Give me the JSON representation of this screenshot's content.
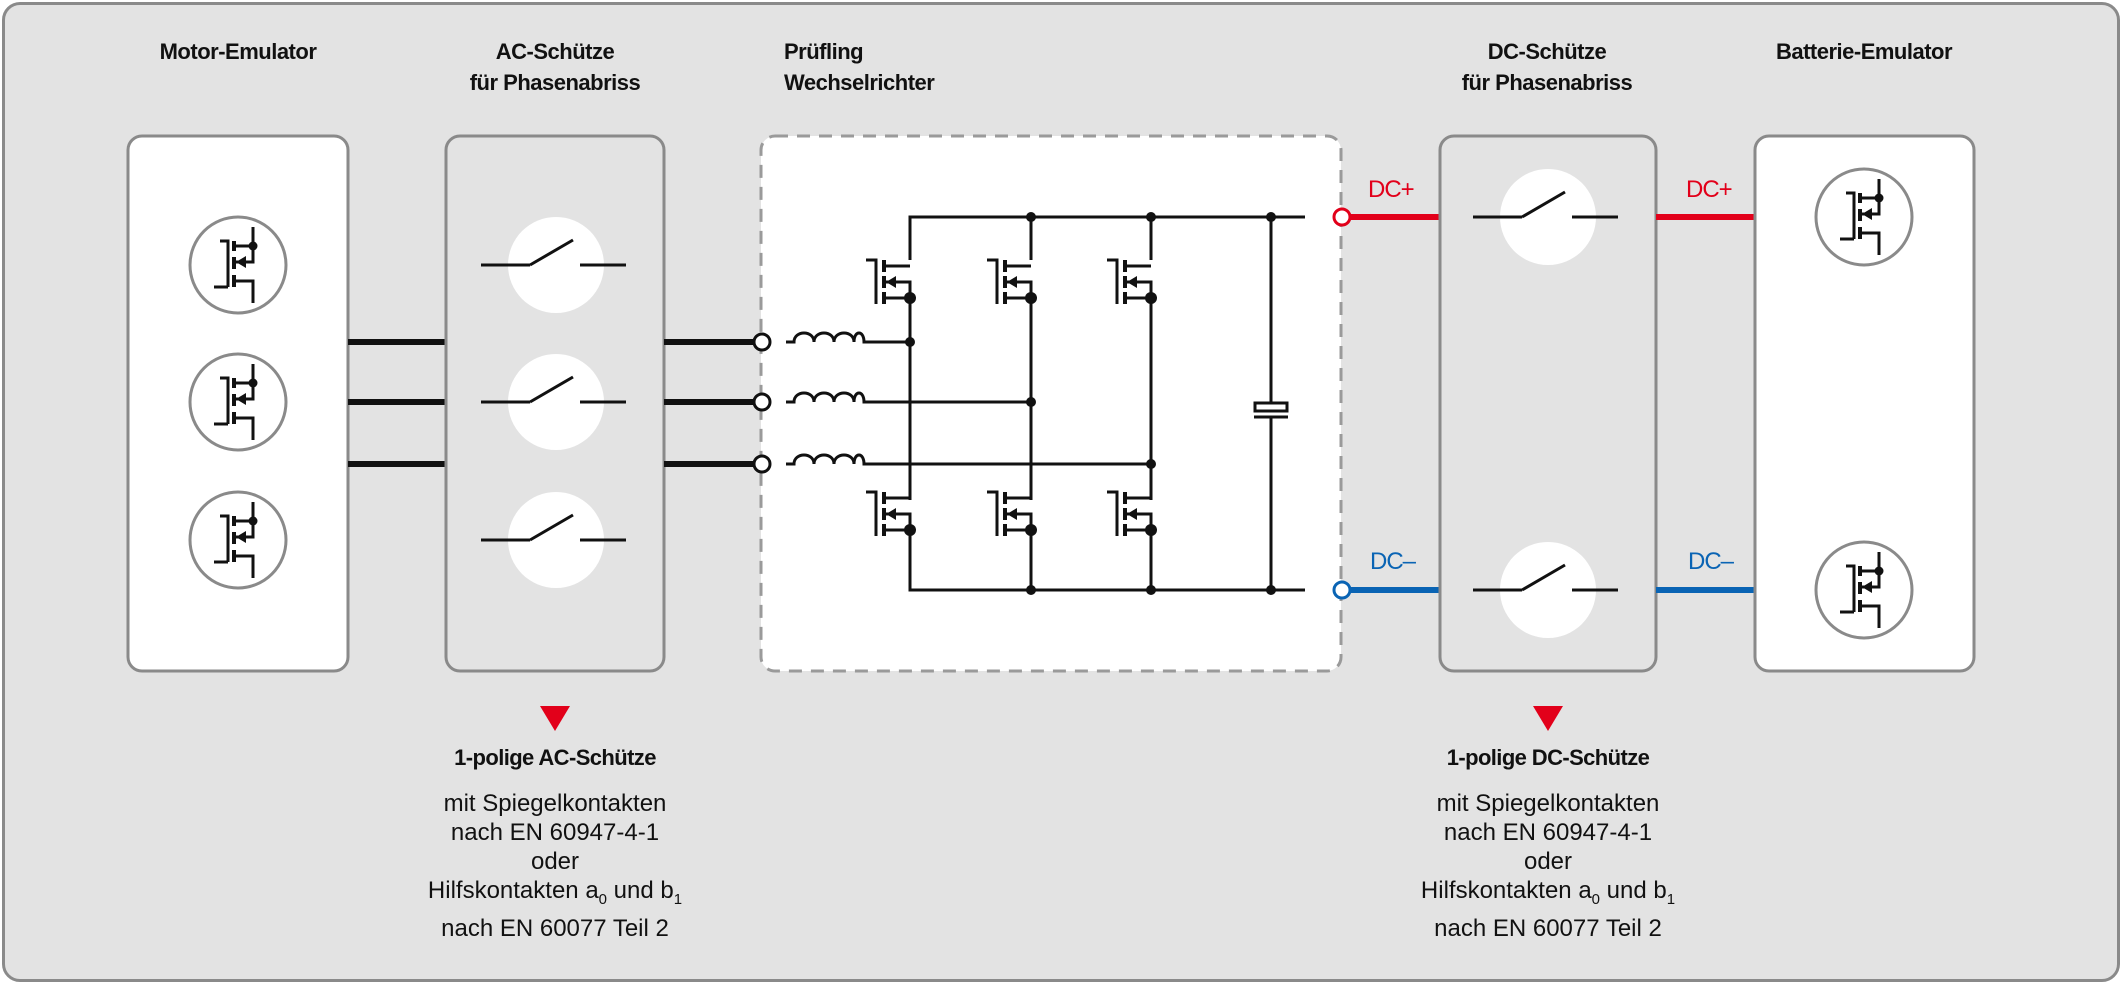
{
  "colors": {
    "background": "#e3e3e3",
    "frame_border": "#8a8a8a",
    "box_fill": "#ffffff",
    "wire": "#111111",
    "dc_plus": "#e2001a",
    "dc_minus": "#0a64b4",
    "marker": "#e2001a"
  },
  "blocks": {
    "motor_emulator": {
      "title": "Motor-Emulator",
      "components": [
        "mosfet-icon",
        "mosfet-icon",
        "mosfet-icon"
      ]
    },
    "ac_contactors": {
      "title_line1": "AC-Schütze",
      "title_line2": "für Phasenabriss",
      "components": [
        "switch-open-icon",
        "switch-open-icon",
        "switch-open-icon"
      ]
    },
    "dut_inverter": {
      "title_line1": "Prüfling",
      "title_line2": "Wechselrichter",
      "legs": 3,
      "inductors": 3,
      "capacitor": 1
    },
    "dc_contactors": {
      "title_line1": "DC-Schütze",
      "title_line2": "für Phasenabriss",
      "components": [
        "switch-open-icon",
        "switch-open-icon"
      ]
    },
    "battery_emulator": {
      "title": "Batterie-Emulator",
      "components": [
        "mosfet-icon",
        "mosfet-icon"
      ]
    }
  },
  "dc_labels": {
    "plus_left": "DC+",
    "plus_right": "DC+",
    "minus_left": "DC–",
    "minus_right": "DC–"
  },
  "notes": {
    "ac": {
      "heading": "1-polige AC-Schütze",
      "line1": "mit Spiegelkontakten",
      "line2": "nach EN 60947-4-1",
      "line3": "oder",
      "line4_pre": "Hilfskontakten a",
      "line4_sub1": "0",
      "line4_mid": " und b",
      "line4_sub2": "1",
      "line5": "nach EN 60077 Teil 2"
    },
    "dc": {
      "heading": "1-polige DC-Schütze",
      "line1": "mit Spiegelkontakten",
      "line2": "nach EN 60947-4-1",
      "line3": "oder",
      "line4_pre": "Hilfskontakten a",
      "line4_sub1": "0",
      "line4_mid": " und b",
      "line4_sub2": "1",
      "line5": "nach EN 60077 Teil 2"
    }
  }
}
